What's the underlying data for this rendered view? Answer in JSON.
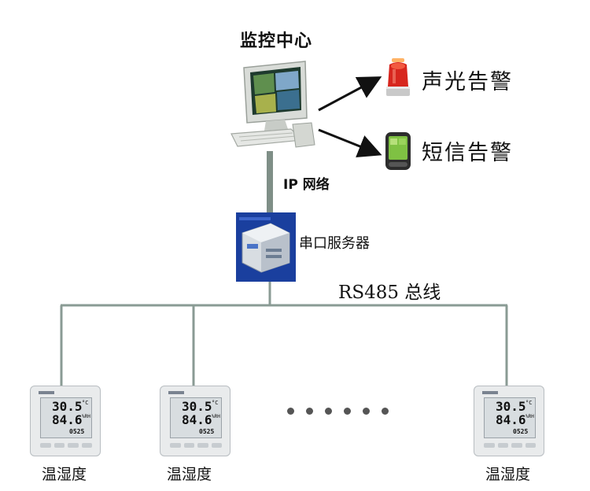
{
  "monitor_center": {
    "title": "监控中心",
    "icon": "computer-icon"
  },
  "alarms": [
    {
      "label": "声光告警",
      "icon": "warning-light-icon"
    },
    {
      "label": "短信告警",
      "icon": "mobile-phone-icon"
    }
  ],
  "network": {
    "label": "IP 网络"
  },
  "serial_server": {
    "label": "串口服务器",
    "icon": "serial-server-icon"
  },
  "bus": {
    "label": "RS485 总线"
  },
  "sensors": [
    {
      "label": "温湿度",
      "temp": "30.5",
      "temp_unit": "°C",
      "humidity": "84.6",
      "hum_unit": "%RH",
      "date": "0525"
    },
    {
      "label": "温湿度",
      "temp": "30.5",
      "temp_unit": "°C",
      "humidity": "84.6",
      "hum_unit": "%RH",
      "date": "0525"
    },
    {
      "label": "温湿度",
      "temp": "30.5",
      "temp_unit": "°C",
      "humidity": "84.6",
      "hum_unit": "%RH",
      "date": "0525"
    }
  ],
  "colors": {
    "wire": "#8a9b94",
    "arrow": "#111111"
  }
}
